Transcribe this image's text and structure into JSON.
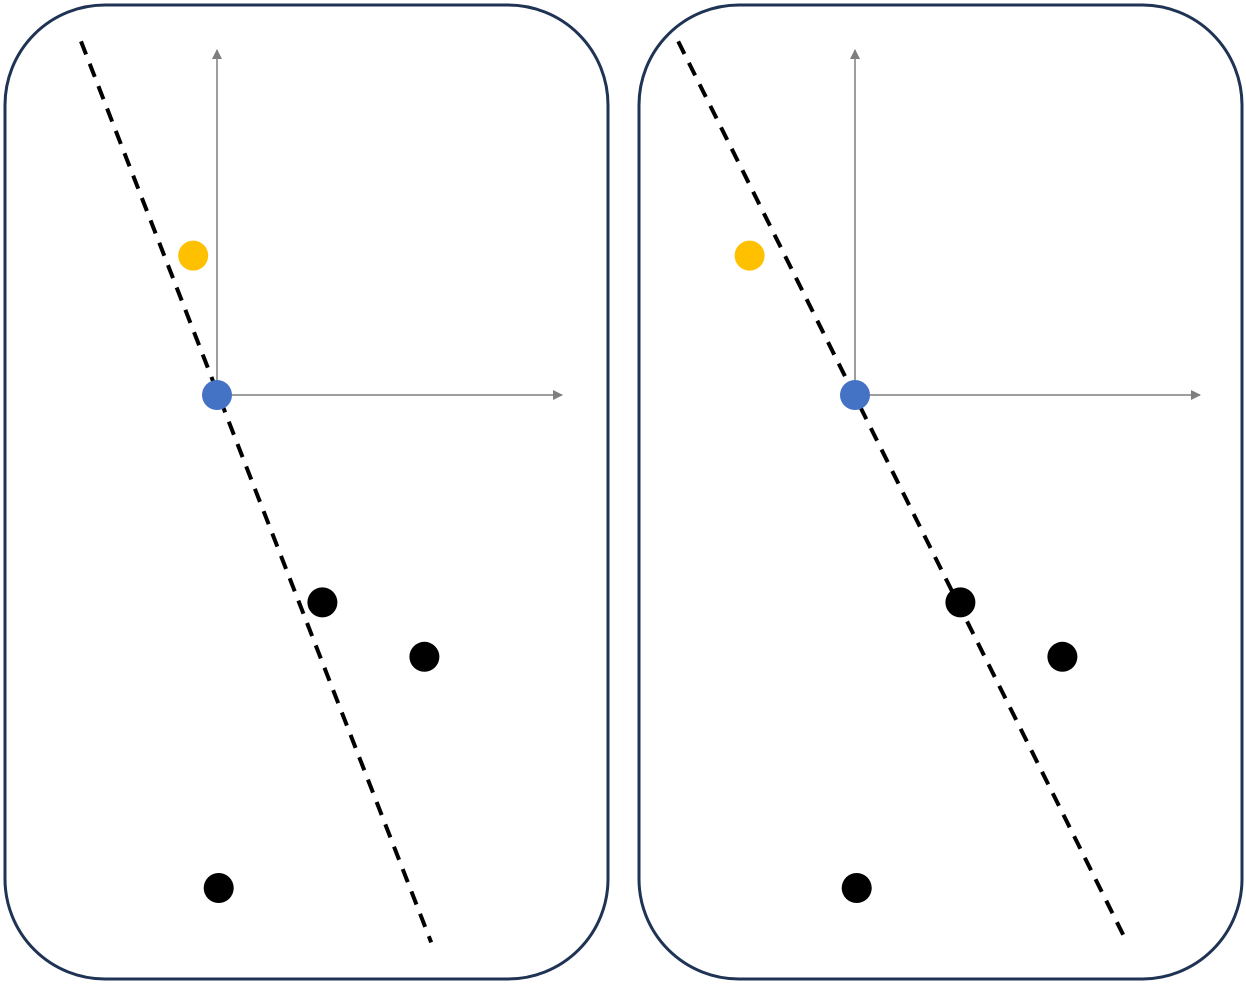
{
  "colors": {
    "panel_border": "#1f3354",
    "axis": "#7f7f7f",
    "origin_point": "#4472c4",
    "highlight_point": "#ffc000",
    "data_point": "#000000",
    "separator_line": "#000000"
  },
  "panels": [
    {
      "id": "left",
      "origin": [
        0,
        0
      ],
      "highlight_point": [
        -0.7,
        4.1
      ],
      "data_points": [
        [
          3.1,
          -6.1
        ],
        [
          6.1,
          -7.7
        ],
        [
          0.05,
          -14.5
        ]
      ],
      "separator_line": {
        "from": [
          -4.0,
          10.4
        ],
        "to": [
          6.3,
          -16.1
        ],
        "style": "dashed"
      }
    },
    {
      "id": "right",
      "origin": [
        0,
        0
      ],
      "highlight_point": [
        -3.1,
        4.1
      ],
      "data_points": [
        [
          3.1,
          -6.1
        ],
        [
          6.1,
          -7.7
        ],
        [
          0.05,
          -14.5
        ]
      ],
      "separator_line": {
        "from": [
          -5.2,
          10.4
        ],
        "to": [
          8.0,
          -16.1
        ],
        "style": "dashed"
      }
    }
  ]
}
